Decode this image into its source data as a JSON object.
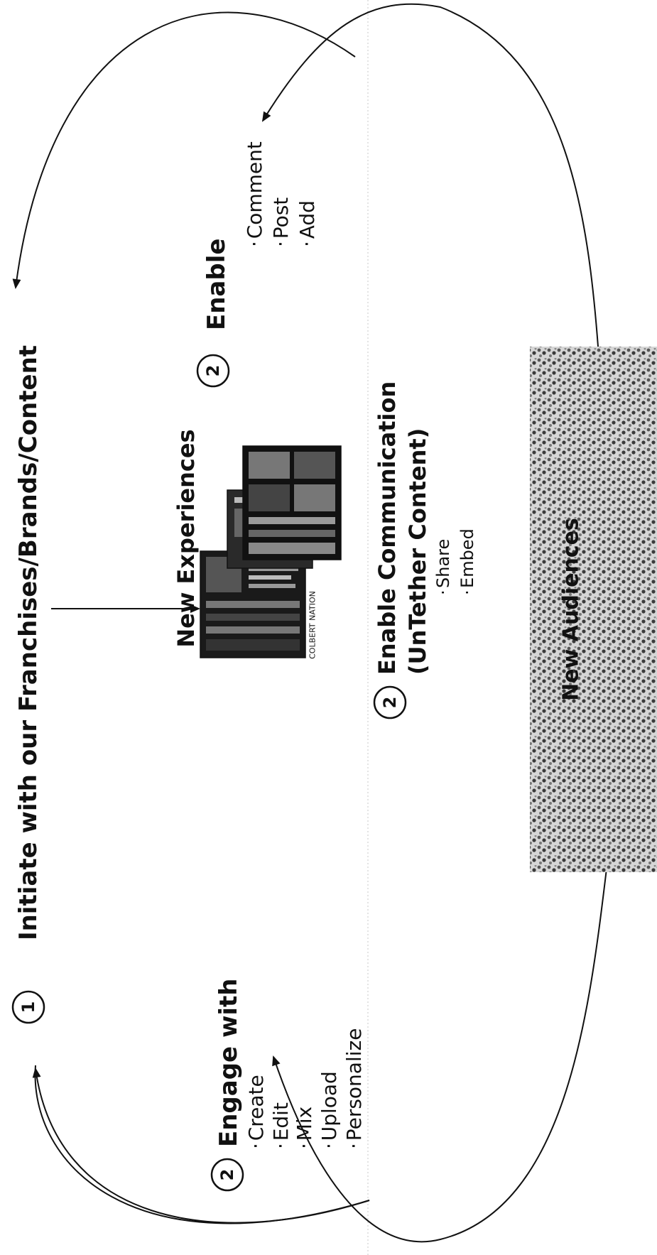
{
  "initiate": {
    "number": "1",
    "label": "Initiate with our Franchises/Brands/Content"
  },
  "engage": {
    "number": "2",
    "label": "Engage with",
    "items": [
      "Create",
      "Edit",
      "Mix",
      "Upload",
      "Personalize"
    ]
  },
  "enable": {
    "number": "2",
    "label": "Enable",
    "items": [
      "Comment",
      "Post",
      "Add"
    ]
  },
  "enable_comm": {
    "number": "2",
    "label_line1": "Enable Communication",
    "label_line2": "(UnTether Content)",
    "items": [
      "Share",
      "Embed"
    ]
  },
  "experiences": {
    "label": "New Experiences",
    "screenshot_caption": "COLBERT NATION"
  },
  "audiences": {
    "label": "New Audiences"
  }
}
